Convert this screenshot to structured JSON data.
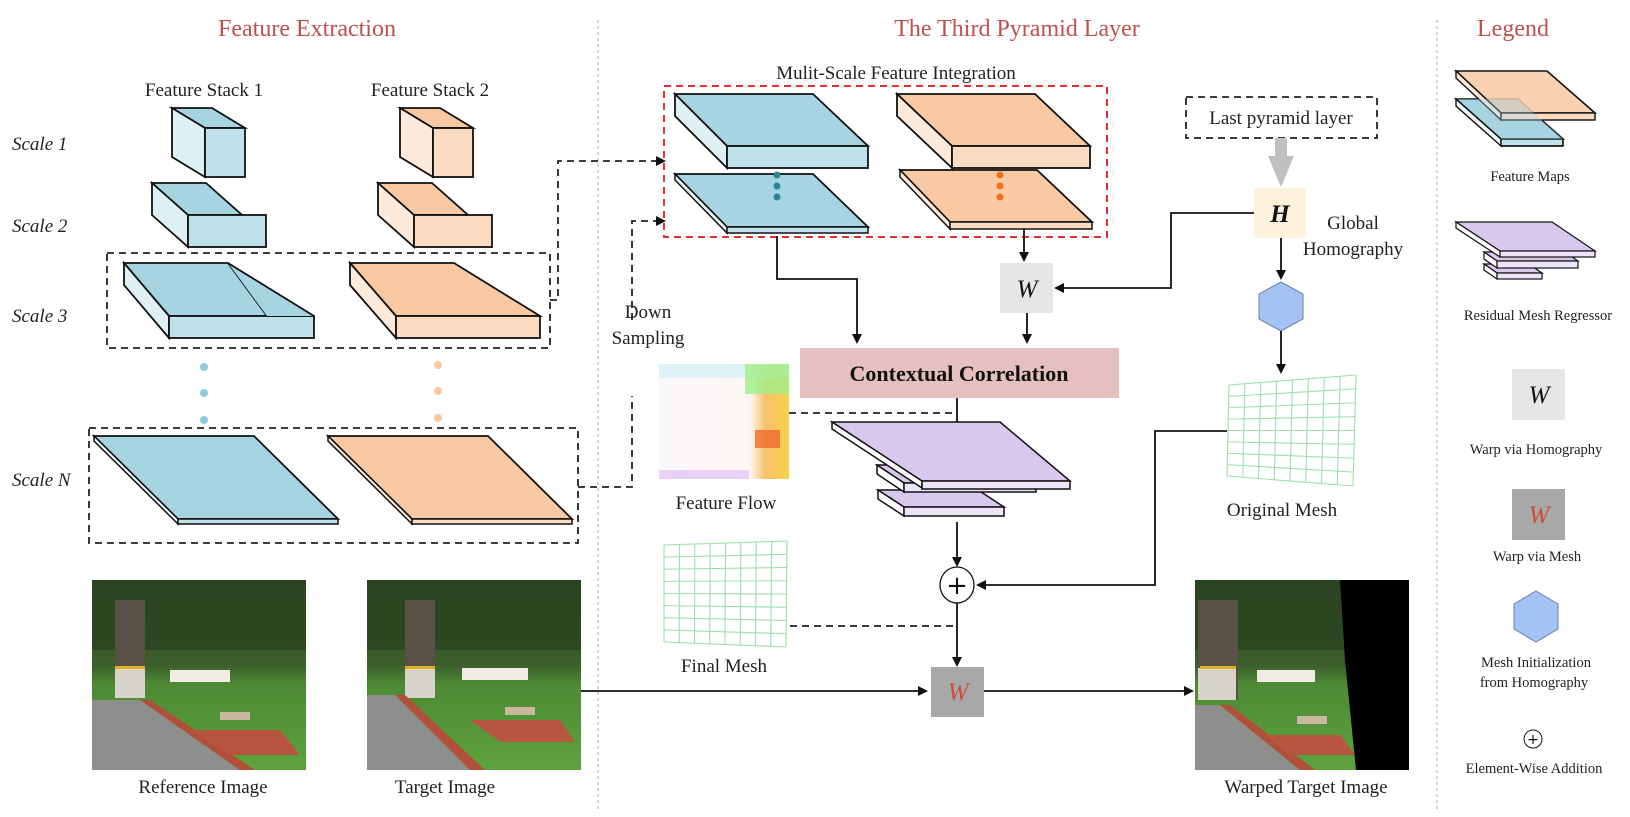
{
  "sections": {
    "feature_extraction": "Feature Extraction",
    "pyramid_layer": "The Third Pyramid Layer",
    "legend": "Legend"
  },
  "feature_extraction": {
    "stack_labels": [
      "Feature Stack 1",
      "Feature Stack 2"
    ],
    "scale_labels": [
      "Scale 1",
      "Scale 2",
      "Scale 3",
      "Scale N"
    ],
    "images": {
      "reference": "Reference Image",
      "target": "Target Image"
    }
  },
  "pyramid": {
    "integration_label": "Mulit-Scale Feature Integration",
    "down_sampling": [
      "Down",
      "Sampling"
    ],
    "last_layer": "Last pyramid layer",
    "homography_symbol": "H",
    "global_homography": [
      "Global",
      "Homography"
    ],
    "warp_symbol": "W",
    "contextual_correlation": "Contextual Correlation",
    "feature_flow": "Feature Flow",
    "original_mesh": "Original Mesh",
    "final_mesh": "Final Mesh",
    "plus_symbol": "+",
    "warped_target": "Warped Target Image"
  },
  "legend": {
    "items": [
      {
        "label": "Feature Maps"
      },
      {
        "label": "Residual Mesh Regressor"
      },
      {
        "label": "Warp via Homography",
        "symbol": "W"
      },
      {
        "label": "Warp via Mesh",
        "symbol": "W"
      },
      {
        "label": [
          "Mesh  Initialization",
          "from Homography"
        ]
      },
      {
        "label": "Element-Wise Addition",
        "symbol": "+"
      }
    ]
  },
  "colors": {
    "title": "#c0504d",
    "blue_top": "#a6d5e1",
    "blue_front": "#bfe1ea",
    "blue_side": "#dff0f5",
    "orange_top": "#f8c9a3",
    "orange_front": "#fbdcc3",
    "orange_side": "#fdeadb",
    "purple_top": "#d8c8ee",
    "purple_front": "#ece4f8",
    "correlation_box": "#e6c0c0",
    "homography_box": "#fdf3dc",
    "warp_homography_box": "#e6e6e6",
    "warp_mesh_box": "#a8a8a8",
    "warp_mesh_letter": "#d04a3a",
    "hexagon": "#a4c2f4",
    "mesh_line": "#9ee0a8",
    "red_dash": "#e53030"
  }
}
